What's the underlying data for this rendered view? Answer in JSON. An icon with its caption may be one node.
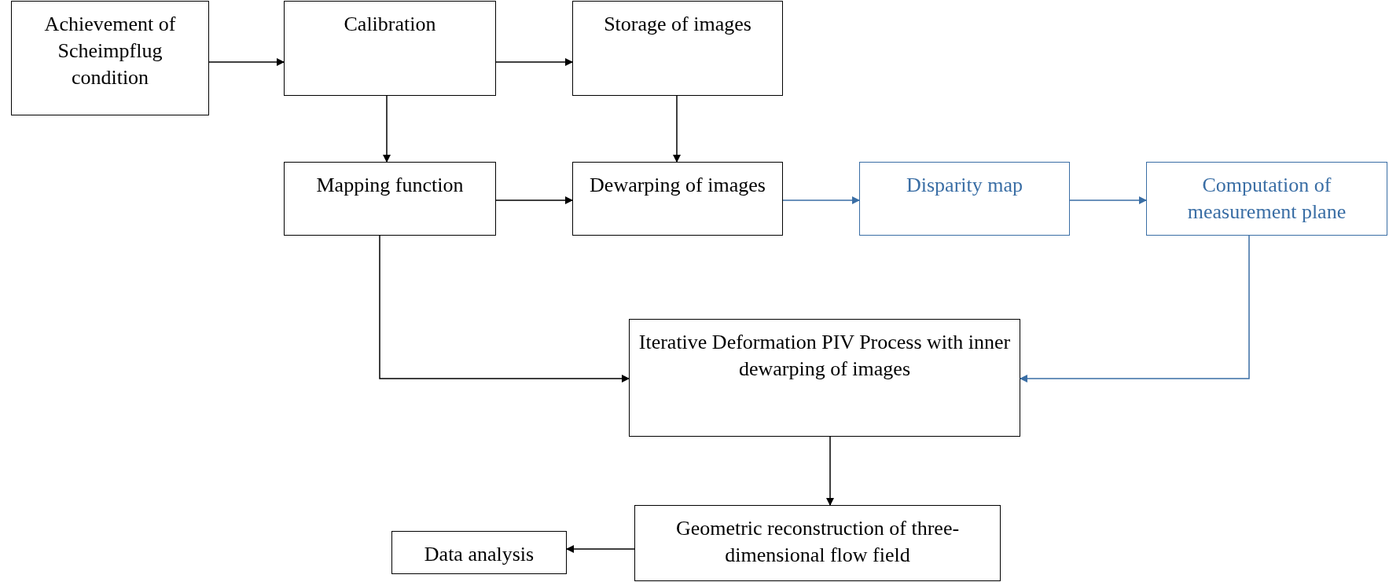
{
  "diagram": {
    "nodes": [
      {
        "text": [
          "Achievement of Scheimpflug condition"
        ]
      },
      {
        "text": [
          "Calibration"
        ]
      },
      {
        "text": [
          "Storage of images"
        ]
      },
      {
        "text": [
          "Mapping function"
        ]
      },
      {
        "text": [
          "Dewarping of images"
        ]
      },
      {
        "text": [
          "Disparity map"
        ]
      },
      {
        "text": [
          "Computation of measurement plane"
        ]
      },
      {
        "text": [
          "Iterative Deformation PIV Process with inner dewarping of images"
        ]
      },
      {
        "text": [
          "Geometric reconstruction of three-dimensional flow field"
        ]
      },
      {
        "text": [
          "Data analysis"
        ]
      }
    ],
    "edges": [
      {
        "from": 0,
        "to": 1,
        "arrow": "to"
      },
      {
        "from": 1,
        "to": 2,
        "arrow": "to"
      },
      {
        "from": 1,
        "to": 3,
        "arrow": "to"
      },
      {
        "from": 2,
        "to": 4,
        "arrow": "to"
      },
      {
        "from": 3,
        "to": 4,
        "arrow": "to"
      },
      {
        "from": 4,
        "to": 5,
        "arrow": "to",
        "color": "#3a6ea5"
      },
      {
        "from": 5,
        "to": 6,
        "arrow": "to",
        "color": "#3a6ea5"
      },
      {
        "from": 6,
        "to": 7,
        "arrow": "to",
        "color": "#3a6ea5"
      },
      {
        "from": 3,
        "to": 7,
        "arrow": "to"
      },
      {
        "from": 7,
        "to": 8,
        "arrow": "to"
      },
      {
        "from": 8,
        "to": 9,
        "arrow": "to"
      }
    ]
  }
}
